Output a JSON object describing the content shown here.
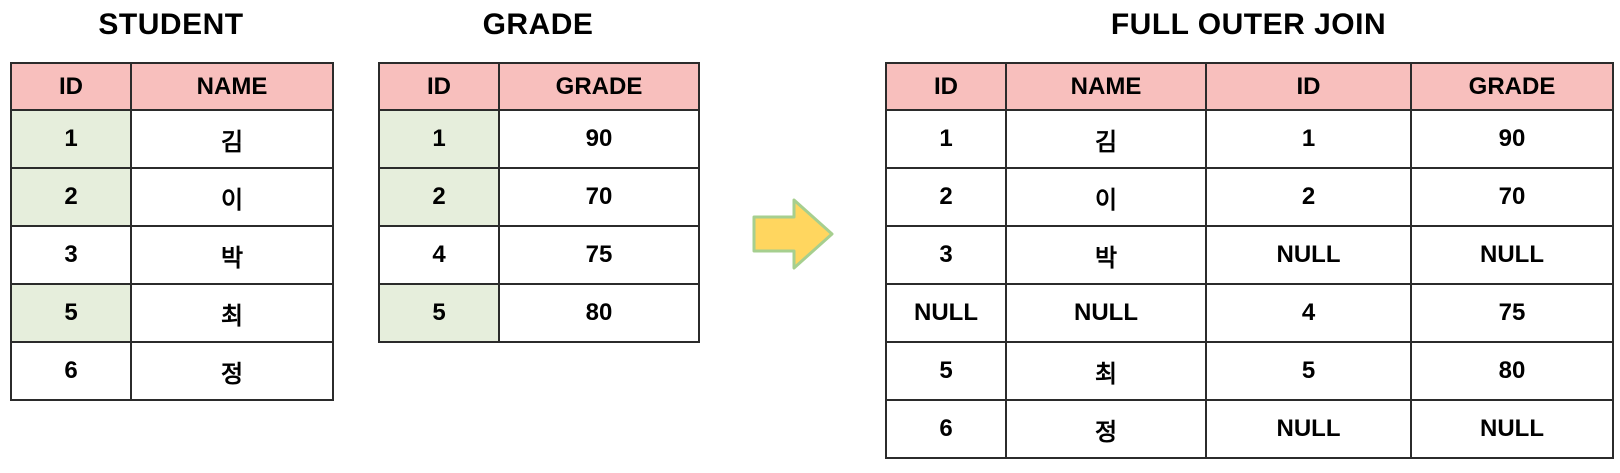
{
  "colors": {
    "background": "#FFFFFF",
    "header_bg": "#F8BFBD",
    "match_bg": "#E6EEDC",
    "cell_bg": "#FFFFFF",
    "border": "#2B2B2B",
    "text": "#000000",
    "arrow_fill": "#FFD65F",
    "arrow_stroke": "#A6CF8F"
  },
  "tables": {
    "student": {
      "title": "STUDENT",
      "headers": [
        "ID",
        "NAME"
      ],
      "rows": [
        {
          "cells": [
            "1",
            "김"
          ],
          "highlight": [
            true,
            false
          ]
        },
        {
          "cells": [
            "2",
            "이"
          ],
          "highlight": [
            true,
            false
          ]
        },
        {
          "cells": [
            "3",
            "박"
          ],
          "highlight": [
            false,
            false
          ]
        },
        {
          "cells": [
            "5",
            "최"
          ],
          "highlight": [
            true,
            false
          ]
        },
        {
          "cells": [
            "6",
            "정"
          ],
          "highlight": [
            false,
            false
          ]
        }
      ]
    },
    "grade": {
      "title": "GRADE",
      "headers": [
        "ID",
        "GRADE"
      ],
      "rows": [
        {
          "cells": [
            "1",
            "90"
          ],
          "highlight": [
            true,
            false
          ]
        },
        {
          "cells": [
            "2",
            "70"
          ],
          "highlight": [
            true,
            false
          ]
        },
        {
          "cells": [
            "4",
            "75"
          ],
          "highlight": [
            false,
            false
          ]
        },
        {
          "cells": [
            "5",
            "80"
          ],
          "highlight": [
            true,
            false
          ]
        }
      ]
    },
    "result": {
      "title": "FULL OUTER JOIN",
      "headers": [
        "ID",
        "NAME",
        "ID",
        "GRADE"
      ],
      "rows": [
        {
          "cells": [
            "1",
            "김",
            "1",
            "90"
          ],
          "highlight": [
            false,
            false,
            false,
            false
          ]
        },
        {
          "cells": [
            "2",
            "이",
            "2",
            "70"
          ],
          "highlight": [
            false,
            false,
            false,
            false
          ]
        },
        {
          "cells": [
            "3",
            "박",
            "NULL",
            "NULL"
          ],
          "highlight": [
            false,
            false,
            false,
            false
          ]
        },
        {
          "cells": [
            "NULL",
            "NULL",
            "4",
            "75"
          ],
          "highlight": [
            false,
            false,
            false,
            false
          ]
        },
        {
          "cells": [
            "5",
            "최",
            "5",
            "80"
          ],
          "highlight": [
            false,
            false,
            false,
            false
          ]
        },
        {
          "cells": [
            "6",
            "정",
            "NULL",
            "NULL"
          ],
          "highlight": [
            false,
            false,
            false,
            false
          ]
        }
      ]
    }
  },
  "arrow": {
    "icon": "right-arrow-icon"
  }
}
